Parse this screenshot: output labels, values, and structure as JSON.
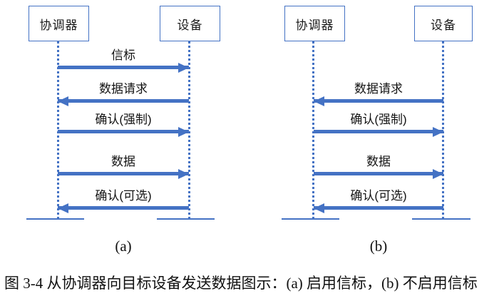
{
  "palette": {
    "line_blue": "#4472C4",
    "text_black": "#141414",
    "background": "#ffffff"
  },
  "caption": "图 3-4 从协调器向目标设备发送数据图示：(a) 启用信标，(b) 不启用信标",
  "diagram_a": {
    "sublabel": "(a)",
    "coordinator_label": "协调器",
    "device_label": "设备",
    "messages": [
      {
        "label": "信标",
        "direction": "right",
        "from": "协调器",
        "to": "设备"
      },
      {
        "label": "数据请求",
        "direction": "left",
        "from": "设备",
        "to": "协调器"
      },
      {
        "label": "确认(强制)",
        "direction": "right",
        "from": "协调器",
        "to": "设备"
      },
      {
        "label": "数据",
        "direction": "right",
        "from": "协调器",
        "to": "设备"
      },
      {
        "label": "确认(可选)",
        "direction": "left",
        "from": "设备",
        "to": "协调器"
      }
    ]
  },
  "diagram_b": {
    "sublabel": "(b)",
    "coordinator_label": "协调器",
    "device_label": "设备",
    "messages": [
      {
        "label": "数据请求",
        "direction": "left",
        "from": "设备",
        "to": "协调器"
      },
      {
        "label": "确认(强制)",
        "direction": "right",
        "from": "协调器",
        "to": "设备"
      },
      {
        "label": "数据",
        "direction": "right",
        "from": "协调器",
        "to": "设备"
      },
      {
        "label": "确认(可选)",
        "direction": "left",
        "from": "设备",
        "to": "协调器"
      }
    ]
  }
}
